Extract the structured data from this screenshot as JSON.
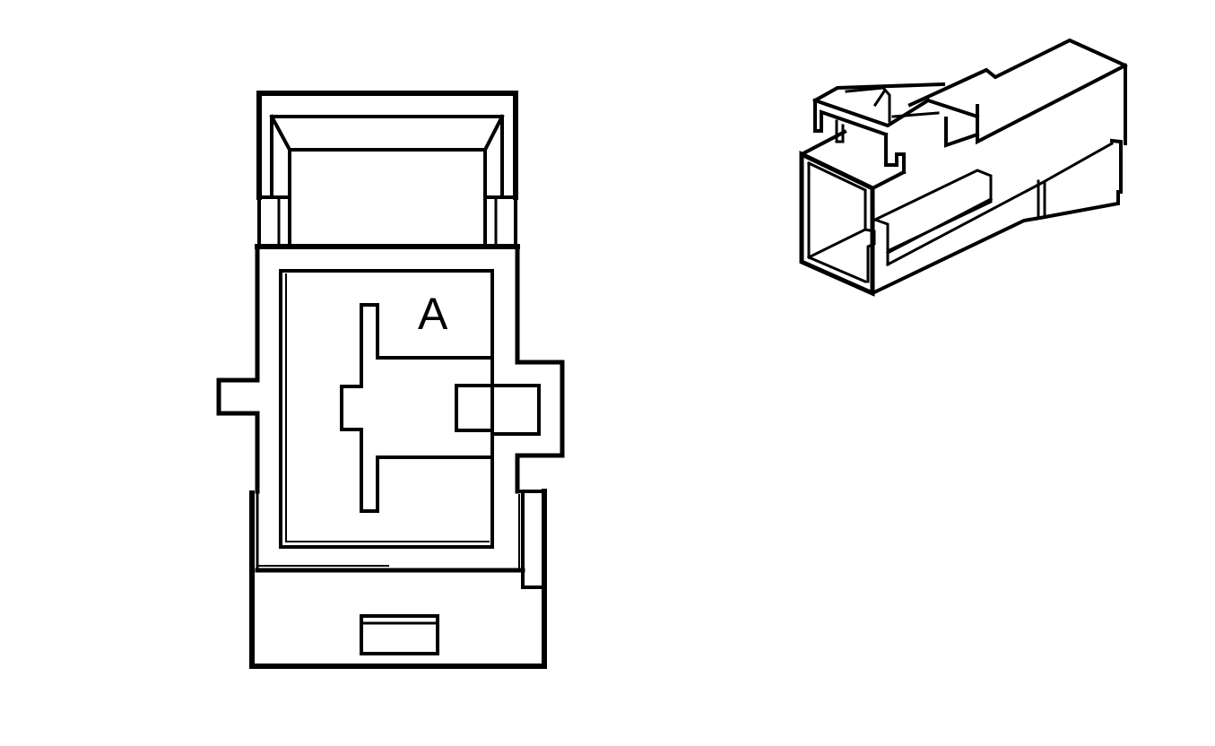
{
  "diagram": {
    "type": "connector-line-drawing",
    "background_color": "#ffffff",
    "line_color": "#000000",
    "views": [
      {
        "id": "front-face-view",
        "description": "Connector face view (terminal cavity side)",
        "cavities": [
          {
            "label": "A"
          }
        ]
      },
      {
        "id": "isometric-view",
        "description": "Isometric view of single-cavity connector housing with locking latch"
      }
    ]
  },
  "front_view": {
    "cavity_label": "A"
  }
}
